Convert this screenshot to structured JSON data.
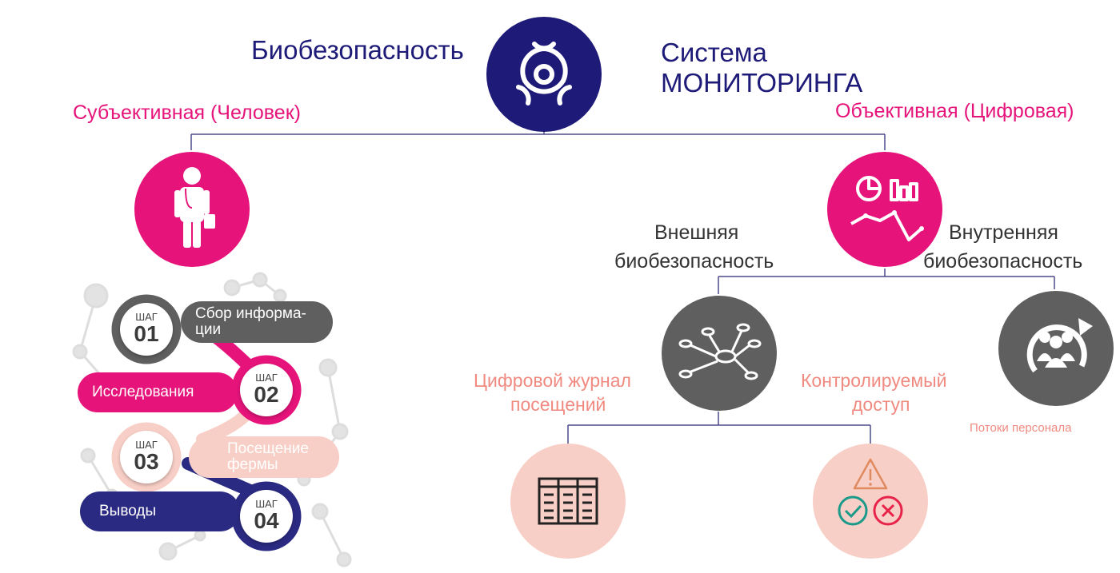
{
  "colors": {
    "navy": "#1e1a78",
    "magenta": "#e5137a",
    "grey": "#5f5f5f",
    "salmon": "#f08a80",
    "peach": "#f8cfc6"
  },
  "header": {
    "left_title": "Биобезопасность",
    "right_title_line1": "Система",
    "right_title_line2": "МОНИТОРИНГА",
    "center_icon": "biohazard-icon"
  },
  "branches": {
    "subjective": {
      "label": "Субъективная (Человек)",
      "icon": "doctor-icon"
    },
    "objective": {
      "label": "Объективная (Цифровая)",
      "icon": "analytics-chart-icon"
    }
  },
  "objective_sub": {
    "external_line1": "Внешняя",
    "external_line2": "биобезопасность",
    "internal_line1": "Внутренняя",
    "internal_line2": "биобезопасность",
    "external_icon": "network-hub-icon",
    "internal_icon": "people-cycle-icon"
  },
  "external_items": {
    "digital_log_line1": "Цифровой журнал",
    "digital_log_line2": "посещений",
    "controlled_line1": "Контролируемый",
    "controlled_line2": "доступ",
    "log_icon": "table-log-icon",
    "access_icon": "access-check-icon"
  },
  "internal_items": {
    "staff_flows": "Потоки персонала"
  },
  "steps": [
    {
      "label": "ШАГ",
      "number": "01",
      "text": "Сбор информа-ции",
      "text_line1": "Сбор информа-",
      "text_line2": "ции",
      "color": "#5f5f5f"
    },
    {
      "label": "ШАГ",
      "number": "02",
      "text": "Исследования",
      "color": "#e5137a"
    },
    {
      "label": "ШАГ",
      "number": "03",
      "text": "Посещение фермы",
      "text_line1": "Посещение",
      "text_line2": "фермы",
      "color": "#f8cfc6"
    },
    {
      "label": "ШАГ",
      "number": "04",
      "text": "Выводы",
      "color": "#2b2a82"
    }
  ]
}
